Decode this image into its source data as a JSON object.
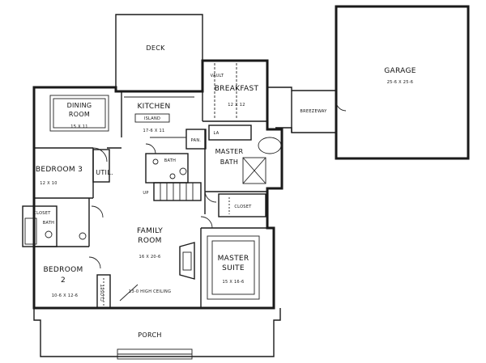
{
  "rooms": {
    "deck": {
      "name": "DECK"
    },
    "garage": {
      "name": "GARAGE",
      "dims": "25-6 X 25-6"
    },
    "breakfast": {
      "name": "BREAKFAST",
      "dims": "12 X 12"
    },
    "vault": {
      "name": "VAULT"
    },
    "breezeway": {
      "name": "BREEZEWAY"
    },
    "dining": {
      "name_line1": "DINING",
      "name_line2": "ROOM",
      "dims": "15 X 11"
    },
    "kitchen": {
      "name": "KITCHEN",
      "dims": "17-6 X 11"
    },
    "island": {
      "name": "ISLAND"
    },
    "pantry": {
      "name": "PAN."
    },
    "laundry": {
      "name": "LA"
    },
    "master_bath": {
      "name_line1": "MASTER",
      "name_line2": "BATH"
    },
    "bedroom3": {
      "name": "BEDROOM 3",
      "dims": "12 X 10"
    },
    "utility": {
      "name": "UTIL."
    },
    "hall_bath": {
      "name": "BATH"
    },
    "up": {
      "name": "UP"
    },
    "closet_master": {
      "name": "CLOSET"
    },
    "closet_bed3": {
      "name": "CLOSET"
    },
    "bath2": {
      "name": "BATH"
    },
    "family": {
      "name_line1": "FAMILY",
      "name_line2": "ROOM",
      "dims": "16 X 20-6"
    },
    "ceiling": {
      "name": "13-0 HIGH CEILING"
    },
    "master_suite": {
      "name_line1": "MASTER",
      "name_line2": "SUITE",
      "dims": "15 X 16-6"
    },
    "bedroom2": {
      "name_line1": "BEDROOM",
      "name_line2": "2",
      "dims": "10-6 X 12-6"
    },
    "closet_bed2": {
      "name": "CLOSET"
    },
    "porch": {
      "name": "PORCH"
    }
  }
}
